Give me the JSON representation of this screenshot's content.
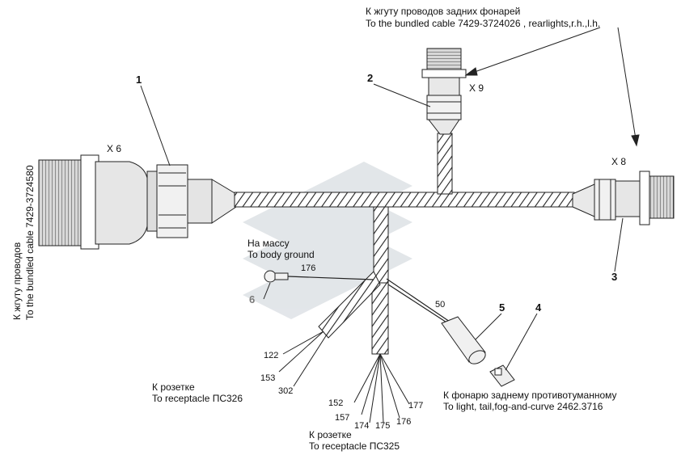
{
  "top_note": {
    "ru": "К жгуту проводов задних фонарей",
    "en": "To the bundled cable 7429-3724026 , rearlights,r.h.,l.h."
  },
  "left_note": {
    "ru": "К жгуту проводов",
    "en": "To the bundled cable 7429-3724580"
  },
  "ground_note": {
    "ru": "На массу",
    "en": "To body ground"
  },
  "receptacle_326": {
    "ru": "К розетке",
    "en": "To receptacle ПС326"
  },
  "receptacle_325": {
    "ru": "К розетке",
    "en": "To receptacle ПС325"
  },
  "fog_note": {
    "ru": "К фонарю заднему противотуманному",
    "en": "To light, tail,fog-and-curve 2462.3716"
  },
  "connectors": {
    "x6": "X 6",
    "x9": "X 9",
    "x8": "X 8"
  },
  "callouts": {
    "c1": "1",
    "c2": "2",
    "c3": "3",
    "c4": "4",
    "c5": "5",
    "c6": "6"
  },
  "wires": {
    "w176": "176",
    "w50": "50",
    "w122": "122",
    "w153": "153",
    "w302": "302",
    "w152": "152",
    "w157": "157",
    "w174": "174",
    "w175": "175",
    "w176b": "176",
    "w177": "177"
  }
}
